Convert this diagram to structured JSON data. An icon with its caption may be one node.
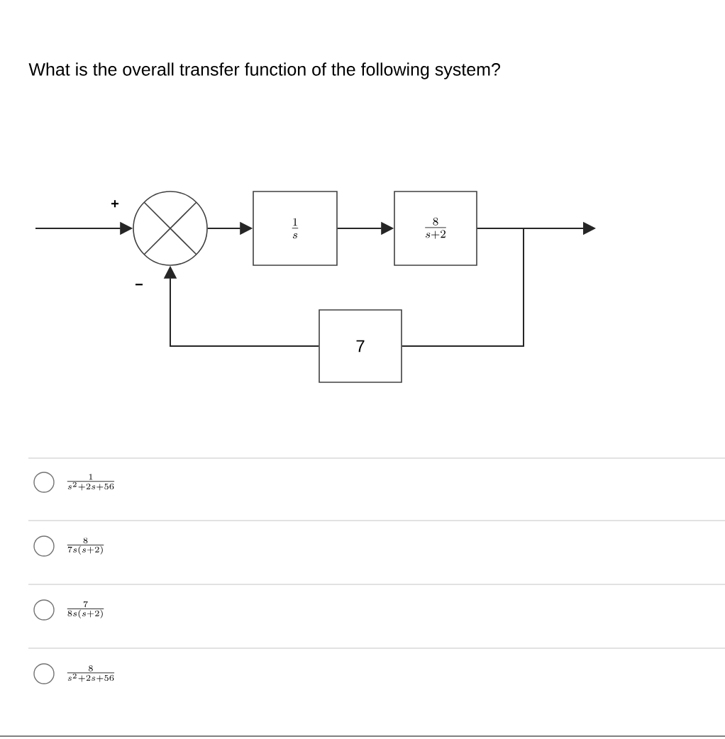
{
  "diagram": {
    "title": "What is the overall transfer function of the following system?",
    "nodes": [
      {
        "text": [],
        "shape": "circle"
      },
      {
        "text": [
          "\\frac{1}{s}"
        ]
      },
      {
        "text": [
          "\\frac{8}{s+2}"
        ]
      },
      {
        "text": [
          "7"
        ]
      }
    ],
    "edges": [
      {
        "from": null,
        "to": 0,
        "arrow": "to"
      },
      {
        "from": 0,
        "to": 1,
        "arrow": "to"
      },
      {
        "from": 1,
        "to": 2,
        "arrow": "to"
      },
      {
        "from": 2,
        "to": null,
        "arrow": "to"
      },
      {
        "from": 2,
        "to": 3,
        "arrow": "none"
      },
      {
        "from": 3,
        "to": 0,
        "arrow": "to"
      }
    ],
    "labels": [
      "+",
      "−",
      "\\frac{1}{s^2+2s+56}",
      "\\frac{8}{7s(s+2)}",
      "\\frac{7}{8s(s+2)}",
      "\\frac{8}{s^2+2s+56}"
    ]
  }
}
